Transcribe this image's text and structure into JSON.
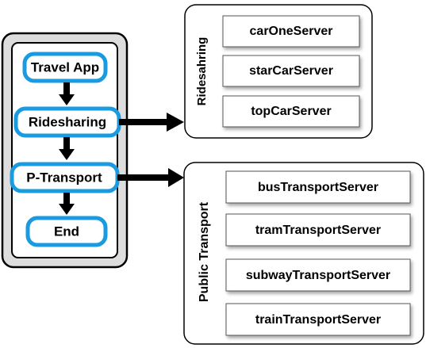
{
  "flow": {
    "steps": [
      {
        "label": "Travel App"
      },
      {
        "label": "Ridesharing"
      },
      {
        "label": "P-Transport"
      },
      {
        "label": "End"
      }
    ]
  },
  "groups": [
    {
      "title": "Ridesahring",
      "servers": [
        "carOneServer",
        "starCarServer",
        "topCarServer"
      ]
    },
    {
      "title": "Public Transport",
      "servers": [
        "busTransportServer",
        "tramTransportServer",
        "subwayTransportServer",
        "trainTransportServer"
      ]
    }
  ],
  "colors": {
    "accent": "#1a9be0",
    "phone_fill": "#dddddd",
    "outline": "#000000",
    "background": "#ffffff"
  }
}
